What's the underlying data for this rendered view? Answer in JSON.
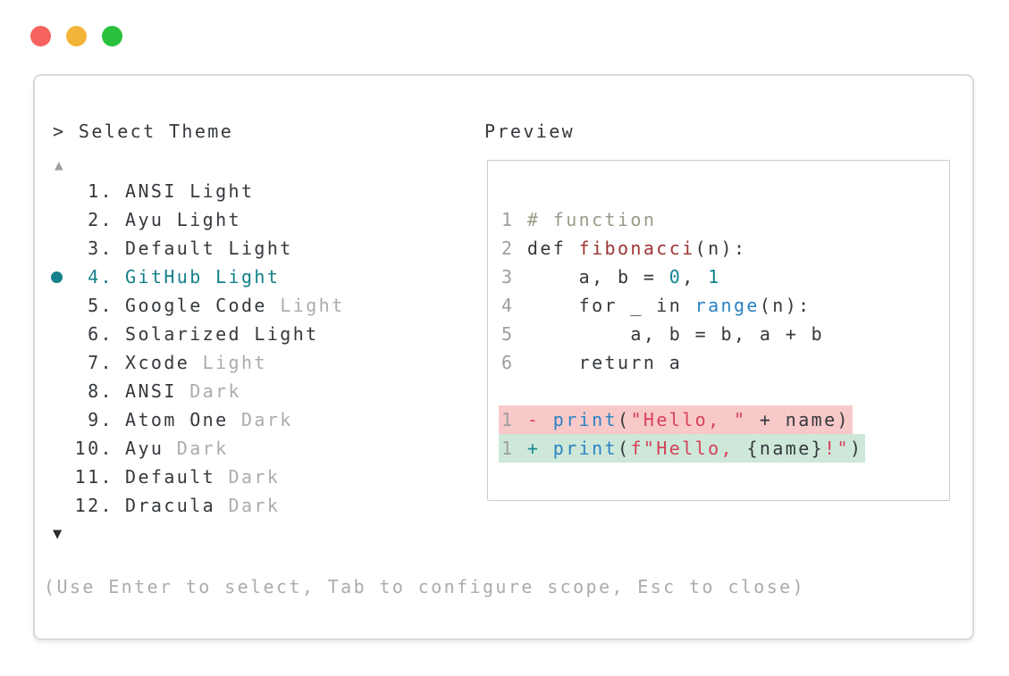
{
  "window": {
    "controls": [
      {
        "name": "close"
      },
      {
        "name": "minimize"
      },
      {
        "name": "zoom"
      }
    ]
  },
  "theme_picker": {
    "prompt": "> Select Theme",
    "scroll_up_glyph": "▲",
    "scroll_down_glyph": "▼",
    "items": [
      {
        "number": "1.",
        "label": "ANSI Light",
        "muted_suffix": "",
        "selected": false
      },
      {
        "number": "2.",
        "label": "Ayu Light",
        "muted_suffix": "",
        "selected": false
      },
      {
        "number": "3.",
        "label": "Default Light",
        "muted_suffix": "",
        "selected": false
      },
      {
        "number": "4.",
        "label": "GitHub Light",
        "muted_suffix": "",
        "selected": true
      },
      {
        "number": "5.",
        "label": "Google Code",
        "muted_suffix": "Light",
        "selected": false
      },
      {
        "number": "6.",
        "label": "Solarized Light",
        "muted_suffix": "",
        "selected": false
      },
      {
        "number": "7.",
        "label": "Xcode",
        "muted_suffix": "Light",
        "selected": false
      },
      {
        "number": "8.",
        "label": "ANSI",
        "muted_suffix": "Dark",
        "selected": false
      },
      {
        "number": "9.",
        "label": "Atom One",
        "muted_suffix": "Dark",
        "selected": false
      },
      {
        "number": "10.",
        "label": "Ayu",
        "muted_suffix": "Dark",
        "selected": false
      },
      {
        "number": "11.",
        "label": "Default",
        "muted_suffix": "Dark",
        "selected": false
      },
      {
        "number": "12.",
        "label": "Dracula",
        "muted_suffix": "Dark",
        "selected": false
      }
    ],
    "footer_hint": "(Use Enter to select, Tab to configure scope, Esc to close)"
  },
  "preview": {
    "label": "Preview",
    "lines": [
      {
        "bg": null,
        "tokens": [
          [
            "ln",
            "1 "
          ],
          [
            "cm",
            "# function"
          ]
        ]
      },
      {
        "bg": null,
        "tokens": [
          [
            "ln",
            "2 "
          ],
          [
            "pl",
            "def "
          ],
          [
            "fn",
            "fibonacci"
          ],
          [
            "pl",
            "(n):"
          ]
        ]
      },
      {
        "bg": null,
        "tokens": [
          [
            "ln",
            "3 "
          ],
          [
            "pl",
            "    a, b = "
          ],
          [
            "nm",
            "0"
          ],
          [
            "pl",
            ", "
          ],
          [
            "nm",
            "1"
          ]
        ]
      },
      {
        "bg": null,
        "tokens": [
          [
            "ln",
            "4 "
          ],
          [
            "pl",
            "    for _ in "
          ],
          [
            "nb",
            "range"
          ],
          [
            "pl",
            "(n):"
          ]
        ]
      },
      {
        "bg": null,
        "tokens": [
          [
            "ln",
            "5 "
          ],
          [
            "pl",
            "        a, b = b, a + b"
          ]
        ]
      },
      {
        "bg": null,
        "tokens": [
          [
            "ln",
            "6 "
          ],
          [
            "pl",
            "    return a"
          ]
        ]
      },
      {
        "bg": null,
        "tokens": []
      },
      {
        "bg": "del",
        "tokens": [
          [
            "ln",
            "1 "
          ],
          [
            "del",
            "- "
          ],
          [
            "nb",
            "print"
          ],
          [
            "pl",
            "("
          ],
          [
            "st",
            "\"Hello, \""
          ],
          [
            "pl",
            " + name)"
          ]
        ]
      },
      {
        "bg": "ins",
        "tokens": [
          [
            "ln",
            "1 "
          ],
          [
            "ins",
            "+ "
          ],
          [
            "nb",
            "print"
          ],
          [
            "pl",
            "("
          ],
          [
            "st",
            "f\"Hello, "
          ],
          [
            "pl",
            "{name}"
          ],
          [
            "st",
            "!\""
          ],
          [
            "pl",
            ")"
          ]
        ]
      }
    ]
  },
  "colors": {
    "light-red": "#f4635d",
    "light-yellow": "#f2b53a",
    "light-green": "#29c13c",
    "text": "#35393d",
    "gray": "#9e9e9e",
    "muted": "#acacac",
    "arrow-down": "#2a2d30",
    "teal": "#15808a",
    "comment": "#9b9b88",
    "func": "#9e3434",
    "builtin": "#2a83c4",
    "number": "#12838e",
    "string": "#d6425a",
    "del": "#d6425a",
    "ins": "#1d8791",
    "bg-del": "#f8c9c9",
    "bg-ins": "#cde8d8",
    "border": "#d9d9d9",
    "border-light": "#cccccc"
  }
}
